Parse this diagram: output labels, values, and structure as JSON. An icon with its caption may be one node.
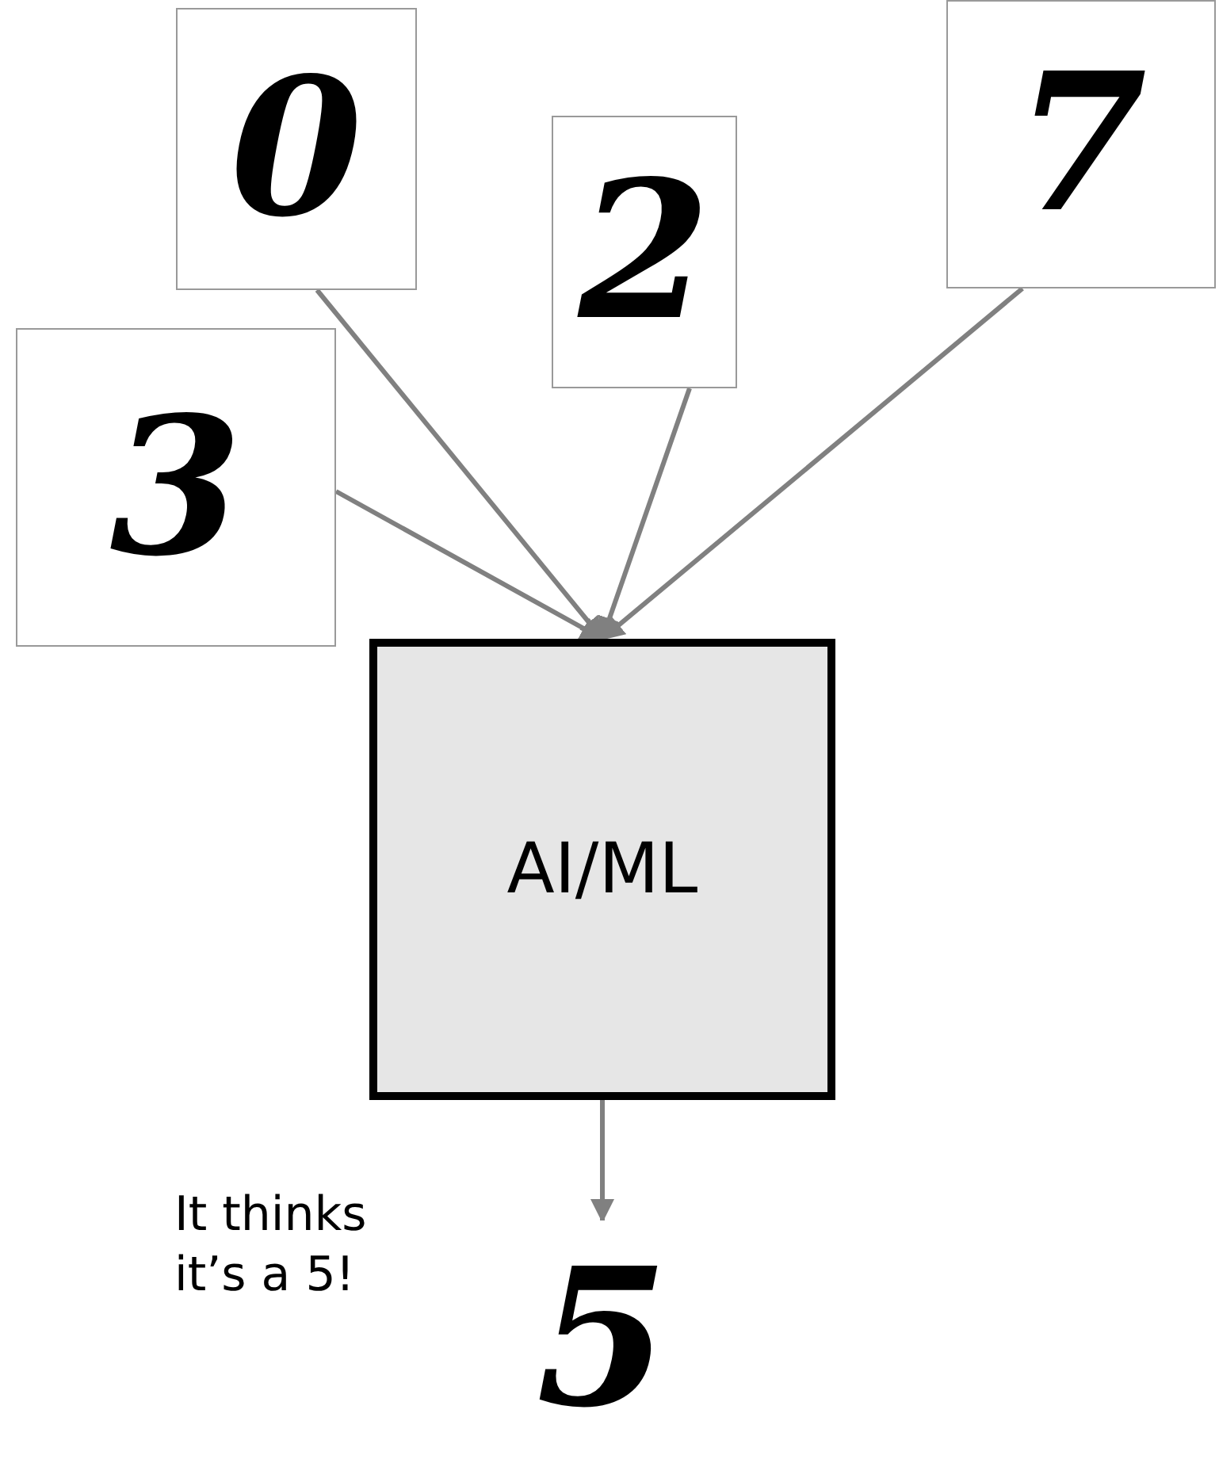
{
  "diagram": {
    "nodes": [
      {
        "text": [
          "0"
        ]
      },
      {
        "text": [
          "2"
        ]
      },
      {
        "text": [
          "7"
        ]
      },
      {
        "text": [
          "3"
        ]
      },
      {
        "text": [
          "AI/ML"
        ]
      },
      {
        "text": [
          "5"
        ],
        "beside": [
          "It thinks it’s a 5!"
        ]
      }
    ],
    "edges": [
      {
        "from": 0,
        "to": 4,
        "arrow": "to"
      },
      {
        "from": 1,
        "to": 4,
        "arrow": "to"
      },
      {
        "from": 2,
        "to": 4,
        "arrow": "to"
      },
      {
        "from": 3,
        "to": 4,
        "arrow": "to"
      },
      {
        "from": 4,
        "to": 5,
        "arrow": "to"
      }
    ]
  }
}
